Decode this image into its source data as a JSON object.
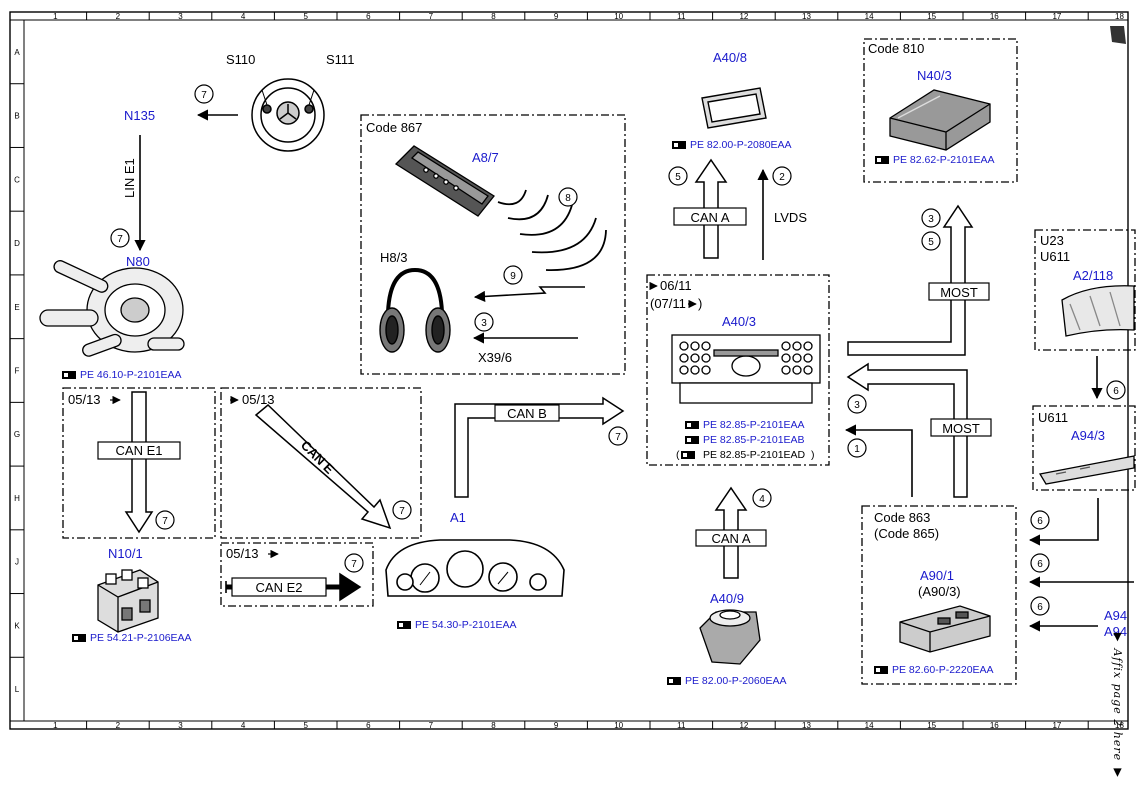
{
  "grid": {
    "columns": [
      "1",
      "2",
      "3",
      "4",
      "5",
      "6",
      "7",
      "8",
      "9",
      "10",
      "11",
      "12",
      "13",
      "14",
      "15",
      "16",
      "17",
      "18"
    ],
    "rows": [
      "A",
      "B",
      "C",
      "D",
      "E",
      "F",
      "G",
      "H",
      "J",
      "K",
      "L"
    ]
  },
  "components": {
    "s110": "S110",
    "s111": "S111",
    "n135": "N135",
    "n80": "N80",
    "n80_ref": "PE 46.10-P-2101EAA",
    "n10_1": "N10/1",
    "n10_1_ref": "PE 54.21-P-2106EAA",
    "a1": "A1",
    "a1_ref": "PE 54.30-P-2101EAA",
    "a8_7": "A8/7",
    "h8_3": "H8/3",
    "x39_6": "X39/6",
    "a40_8": "A40/8",
    "a40_8_ref": "PE 82.00-P-2080EAA",
    "a40_3": "A40/3",
    "a40_3_ref1": "PE 82.85-P-2101EAA",
    "a40_3_ref2": "PE 82.85-P-2101EAB",
    "a40_3_ref3": "PE 82.85-P-2101EAD",
    "a40_9": "A40/9",
    "a40_9_ref": "PE 82.00-P-2060EAA",
    "n40_3": "N40/3",
    "n40_3_ref": "PE 82.62-P-2101EAA",
    "a90_1": "A90/1",
    "a90_3": "(A90/3)",
    "a90_ref": "PE 82.60-P-2220EAA",
    "a2_118": "A2/118",
    "a94_3": "A94/3",
    "a94_right": "A94",
    "a94_right2": "A94"
  },
  "codes": {
    "code867": "Code 867",
    "code810": "Code 810",
    "code863": "Code 863",
    "code865": "(Code 865)",
    "u23": "U23",
    "u611": "U611",
    "u611b": "U611"
  },
  "dates": {
    "d0513a": "05/13",
    "d0513b": "05/13",
    "d0513c": "05/13",
    "d0611": "06/11",
    "d0711": "(07/11"
  },
  "buses": {
    "lin_e1": "LIN E1",
    "can_e1": "CAN E1",
    "can_e": "CAN E",
    "can_e2": "CAN E2",
    "can_b": "CAN B",
    "can_a_top": "CAN A",
    "can_a_bottom": "CAN A",
    "lvds": "LVDS",
    "most_top": "MOST",
    "most_bottom": "MOST"
  },
  "markers": [
    "7",
    "7",
    "7",
    "7",
    "7",
    "7",
    "8",
    "9",
    "3",
    "5",
    "2",
    "3",
    "5",
    "3",
    "1",
    "4",
    "6",
    "6",
    "6",
    "6"
  ],
  "affix_note": "▼ Affix page 2 here ▼"
}
